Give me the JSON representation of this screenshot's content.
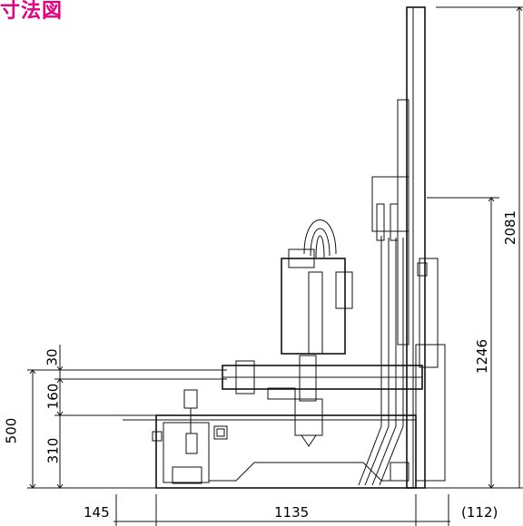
{
  "title": "寸法図",
  "theme": {
    "title_color": "#e4007f",
    "line_color": "#111111",
    "background": "#ffffff"
  },
  "dimensions": {
    "vertical": [
      "30",
      "160",
      "500",
      "310",
      "1246",
      "2081"
    ],
    "horizontal": [
      "145",
      "1135",
      "(112)"
    ]
  }
}
